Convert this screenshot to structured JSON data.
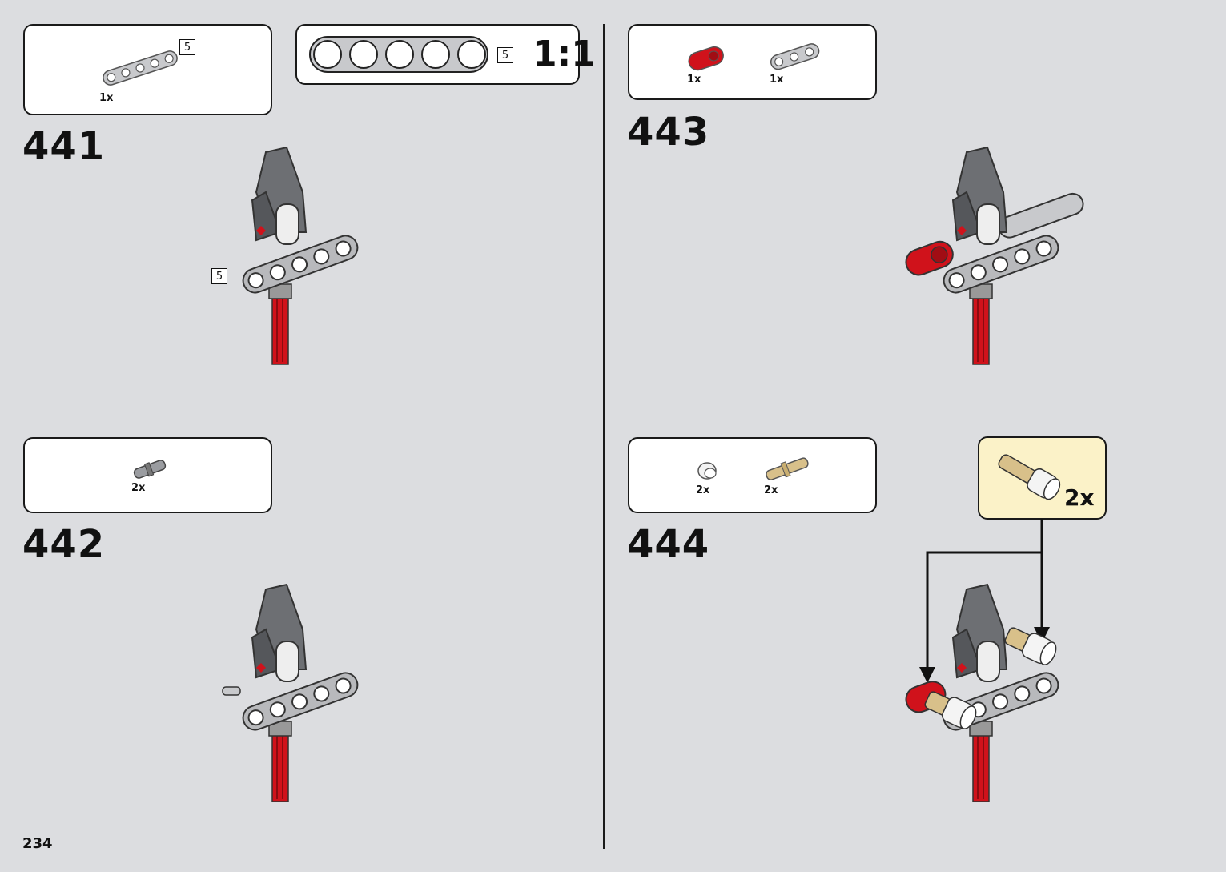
{
  "page_number": "234",
  "scale_label": "1:1",
  "steps": [
    {
      "number": "441",
      "parts": [
        {
          "qty": "1x",
          "length": "5"
        }
      ],
      "assembly_length": "5"
    },
    {
      "number": "442",
      "parts": [
        {
          "qty": "2x"
        }
      ]
    },
    {
      "number": "443",
      "parts": [
        {
          "qty": "1x"
        },
        {
          "qty": "1x"
        }
      ]
    },
    {
      "number": "444",
      "parts": [
        {
          "qty": "2x"
        },
        {
          "qty": "2x"
        }
      ],
      "sub_assembly_qty": "2x"
    }
  ],
  "ruler_length": "5",
  "colors": {
    "background": "#dcdde0",
    "red": "#d0121b",
    "grey": "#7a7c80",
    "light_grey": "#c8c9cc",
    "tan": "#d8c08a",
    "sub_bg": "#fbf2c8"
  }
}
